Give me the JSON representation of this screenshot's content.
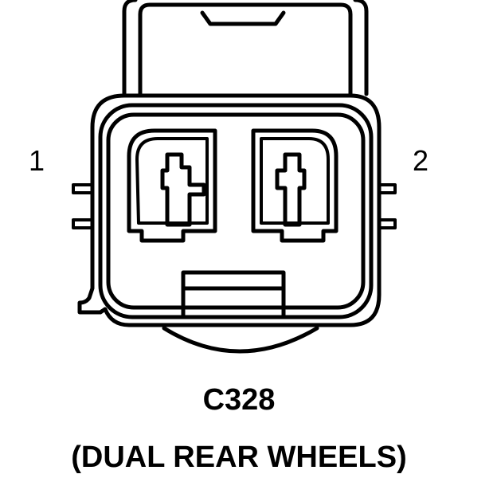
{
  "connector": {
    "id": "C328",
    "description": "(DUAL REAR WHEELS)",
    "pins": [
      {
        "label": "1"
      },
      {
        "label": "2"
      }
    ]
  }
}
